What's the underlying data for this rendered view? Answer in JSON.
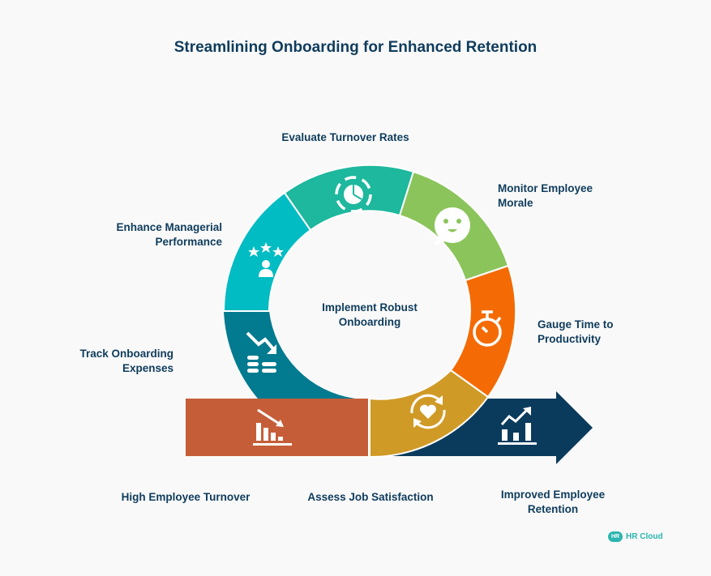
{
  "title": "Streamlining Onboarding for Enhanced Retention",
  "center_label": "Implement Robust Onboarding",
  "center_lines": [
    "Implement Robust",
    "Onboarding"
  ],
  "segments": [
    {
      "label": "Track Onboarding Expenses",
      "lines": [
        "Track Onboarding",
        "Expenses"
      ],
      "color": "#027a8f",
      "icon": "money-trend-down-icon"
    },
    {
      "label": "Enhance Managerial Performance",
      "lines": [
        "Enhance Managerial",
        "Performance"
      ],
      "color": "#01bcc3",
      "icon": "star-rating-person-icon"
    },
    {
      "label": "Evaluate Turnover Rates",
      "lines": [
        "Evaluate Turnover Rates"
      ],
      "color": "#1db89d",
      "icon": "pie-chart-icon"
    },
    {
      "label": "Monitor Employee Morale",
      "lines": [
        "Monitor Employee",
        "Morale"
      ],
      "color": "#8cc45c",
      "icon": "smile-chat-icon"
    },
    {
      "label": "Gauge Time to Productivity",
      "lines": [
        "Gauge Time to",
        "Productivity"
      ],
      "color": "#f46b05",
      "icon": "stopwatch-icon"
    },
    {
      "label": "Assess Job Satisfaction",
      "lines": [
        "Assess Job Satisfaction"
      ],
      "color": "#d09a27",
      "icon": "heart-cycle-icon"
    }
  ],
  "start": {
    "label": "High Employee Turnover",
    "color": "#c55e38",
    "icon": "bar-chart-down-icon"
  },
  "end": {
    "label": "Improved Employee Retention",
    "lines": [
      "Improved Employee",
      "Retention"
    ],
    "color": "#0b3b5c",
    "icon": "bar-chart-up-icon"
  },
  "logo": {
    "badge": "HR",
    "text": "HR Cloud"
  }
}
